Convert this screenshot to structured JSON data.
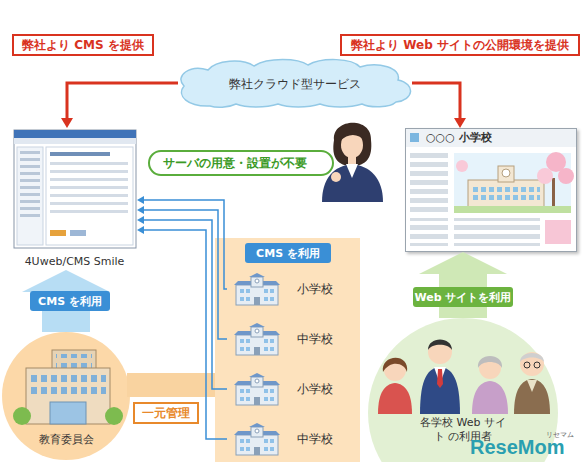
{
  "diagram": {
    "nodes": [
      {
        "text": [
          "弊社クラウド型サービス"
        ]
      },
      {
        "text": [
          "4Uweb/CMS Smile"
        ]
      },
      {
        "text": [
          "サーバの用意・設置が不要"
        ]
      },
      {
        "text": [
          "○○○ 小学校"
        ]
      },
      {
        "text": [
          "CMS を利用"
        ]
      },
      {
        "text": [
          "小学校"
        ],
        "in": 4
      },
      {
        "text": [
          "中学校"
        ],
        "in": 4
      },
      {
        "text": [
          "小学校"
        ],
        "in": 4
      },
      {
        "text": [
          "中学校"
        ],
        "in": 4
      },
      {
        "text": [
          "教育委員会"
        ]
      },
      {
        "text": [
          "各学校 Web サイト の利用者"
        ]
      }
    ],
    "edges": [
      {
        "from": 0,
        "to": 1,
        "arrow": "to",
        "label": "弊社より CMS を提供"
      },
      {
        "from": 0,
        "to": 3,
        "arrow": "to",
        "label": "弊社より Web サイトの公開環境を提供"
      },
      {
        "from": 5,
        "to": 1,
        "arrow": "to"
      },
      {
        "from": 6,
        "to": 1,
        "arrow": "to"
      },
      {
        "from": 7,
        "to": 1,
        "arrow": "to"
      },
      {
        "from": 8,
        "to": 1,
        "arrow": "to"
      },
      {
        "from": 9,
        "to": 1,
        "arrow": "to",
        "label": "CMS を利用"
      },
      {
        "from": 9,
        "to": 4,
        "arrow": "none",
        "label": "一元管理"
      },
      {
        "from": 10,
        "to": 3,
        "arrow": "to",
        "label": "Web サイトを利用"
      }
    ],
    "labels": [
      "ReseMom",
      "リセマム"
    ]
  }
}
